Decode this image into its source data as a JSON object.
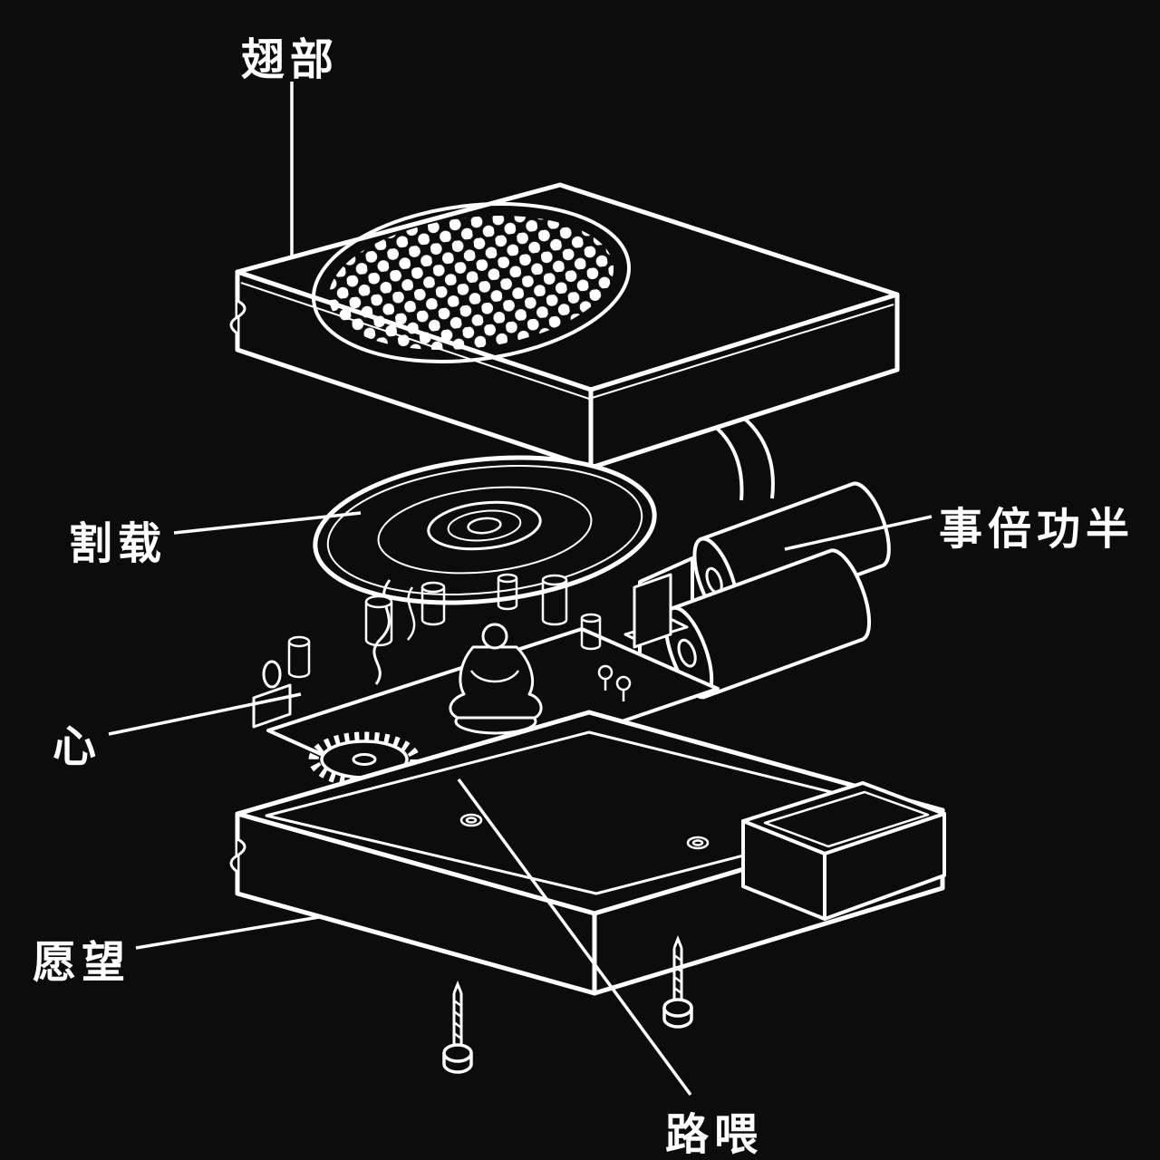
{
  "diagram": {
    "type": "exploded-view-line-drawing",
    "subject": "small speaker device exploded diagram",
    "colors": {
      "background": "#0c0c0c",
      "line": "#ffffff"
    },
    "labels": {
      "top_cover": "翅部",
      "speaker": "割载",
      "battery": "事倍功半",
      "board": "心",
      "bottom_case": "愿望",
      "figure": "路喂"
    }
  }
}
